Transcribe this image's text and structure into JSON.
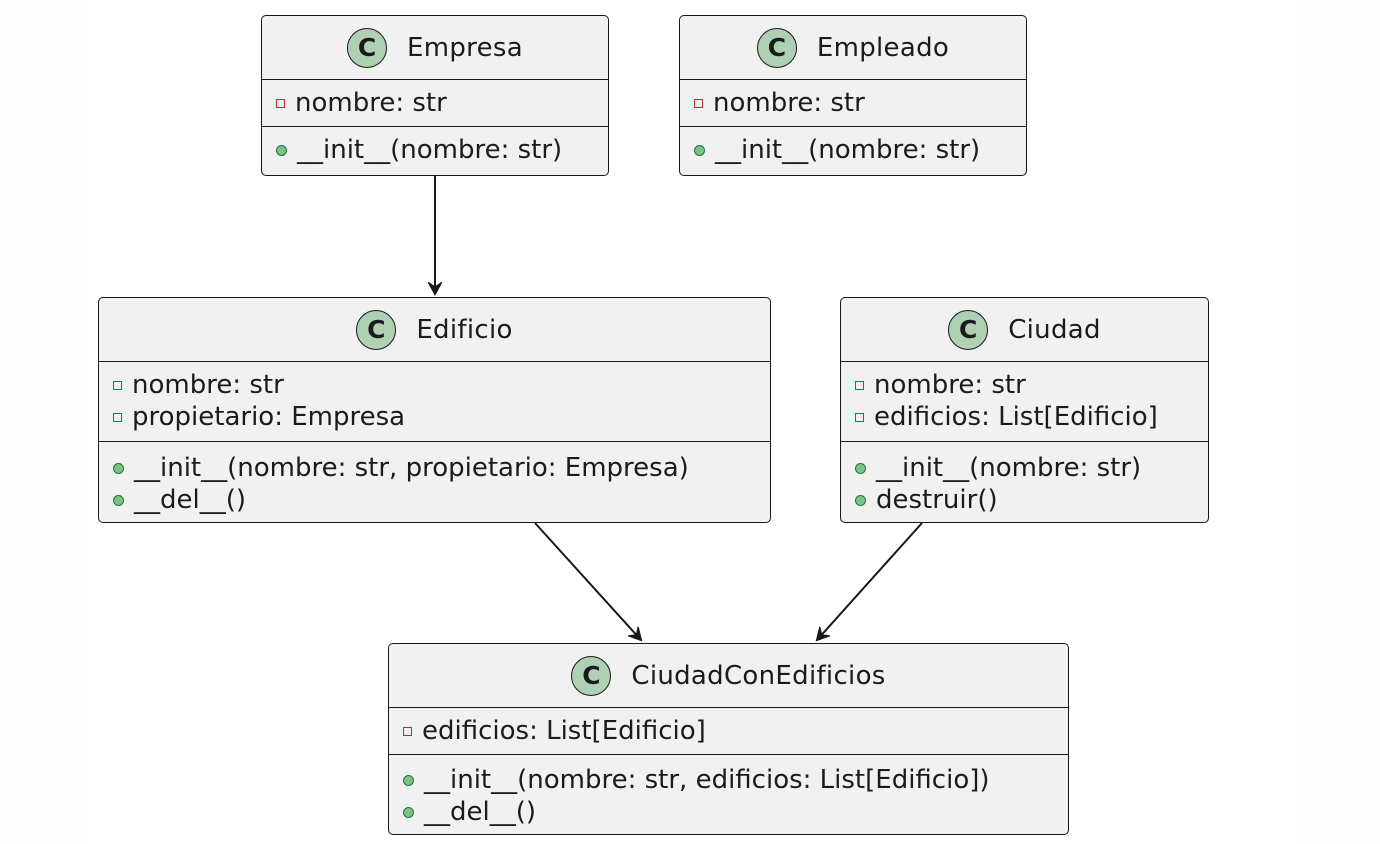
{
  "diagram": {
    "classes": {
      "empresa": {
        "stereotype": "C",
        "name": "Empresa",
        "attributes": [
          {
            "visibility": "private",
            "text": "nombre: str"
          }
        ],
        "methods": [
          {
            "visibility": "public",
            "text": "__init__(nombre: str)"
          }
        ]
      },
      "empleado": {
        "stereotype": "C",
        "name": "Empleado",
        "attributes": [
          {
            "visibility": "private",
            "text": "nombre: str"
          }
        ],
        "methods": [
          {
            "visibility": "public",
            "text": "__init__(nombre: str)"
          }
        ]
      },
      "edificio": {
        "stereotype": "C",
        "name": "Edificio",
        "attributes": [
          {
            "visibility": "private",
            "text": "nombre: str"
          },
          {
            "visibility": "private",
            "text": "propietario: Empresa"
          }
        ],
        "methods": [
          {
            "visibility": "public",
            "text": "__init__(nombre: str, propietario: Empresa)"
          },
          {
            "visibility": "public",
            "text": "__del__()"
          }
        ]
      },
      "ciudad": {
        "stereotype": "C",
        "name": "Ciudad",
        "attributes": [
          {
            "visibility": "private",
            "text": "nombre: str"
          },
          {
            "visibility": "private",
            "text": "edificios: List[Edificio]"
          }
        ],
        "methods": [
          {
            "visibility": "public",
            "text": "__init__(nombre: str)"
          },
          {
            "visibility": "public",
            "text": "destruir()"
          }
        ]
      },
      "ciudad_con_edificios": {
        "stereotype": "C",
        "name": "CiudadConEdificios",
        "attributes": [
          {
            "visibility": "private",
            "text": "edificios: List[Edificio]"
          }
        ],
        "methods": [
          {
            "visibility": "public",
            "text": "__init__(nombre: str, edificios: List[Edificio])"
          },
          {
            "visibility": "public",
            "text": "__del__()"
          }
        ]
      }
    },
    "relations": [
      {
        "from": "Empresa",
        "to": "Edificio",
        "type": "association"
      },
      {
        "from": "Edificio",
        "to": "CiudadConEdificios",
        "type": "association"
      },
      {
        "from": "Ciudad",
        "to": "CiudadConEdificios",
        "type": "association"
      }
    ],
    "colors": {
      "class_fill": "#f1f1f1",
      "border": "#181818",
      "badge_fill": "#add1b2",
      "private_marker": "#c82930",
      "public_marker_fill": "#84be84",
      "public_marker_border": "#038048"
    }
  }
}
